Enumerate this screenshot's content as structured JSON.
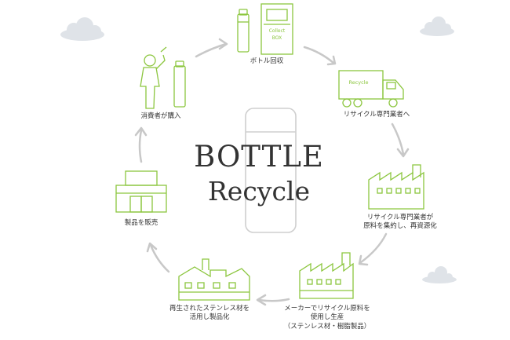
{
  "title": {
    "line1": "BOTTLE",
    "line2": "Recycle"
  },
  "steps": [
    {
      "id": "collection",
      "label": "ボトル回収",
      "icon": "collect-box-icon",
      "box_text": [
        "Collect",
        "BOX"
      ]
    },
    {
      "id": "to-recycler",
      "label": "リサイクル専門業者へ",
      "icon": "recycle-truck-icon",
      "truck_text": "Recycle"
    },
    {
      "id": "recycler-resource",
      "lines": [
        "リサイクル専門業者が",
        "原料を集約し、再資源化"
      ],
      "icon": "factory-icon"
    },
    {
      "id": "manufacturer",
      "lines": [
        "メーカーでリサイクル原料を",
        "使用し生産",
        "（ステンレス材・樹脂製品）"
      ],
      "icon": "factory-icon"
    },
    {
      "id": "steel-reuse",
      "lines": [
        "再生されたステンレス材を",
        "活用し製品化"
      ],
      "icon": "factory-icon"
    },
    {
      "id": "sale",
      "label": "製品を販売",
      "icon": "store-icon"
    },
    {
      "id": "purchase",
      "label": "消費者が購入",
      "icon": "consumer-drinking-icon"
    }
  ],
  "colors": {
    "accent": "#8cc63f",
    "arrow": "#c8c8c8",
    "cloud": "#dfe3e8",
    "text": "#333333",
    "bottle": "#cfcfcf"
  }
}
